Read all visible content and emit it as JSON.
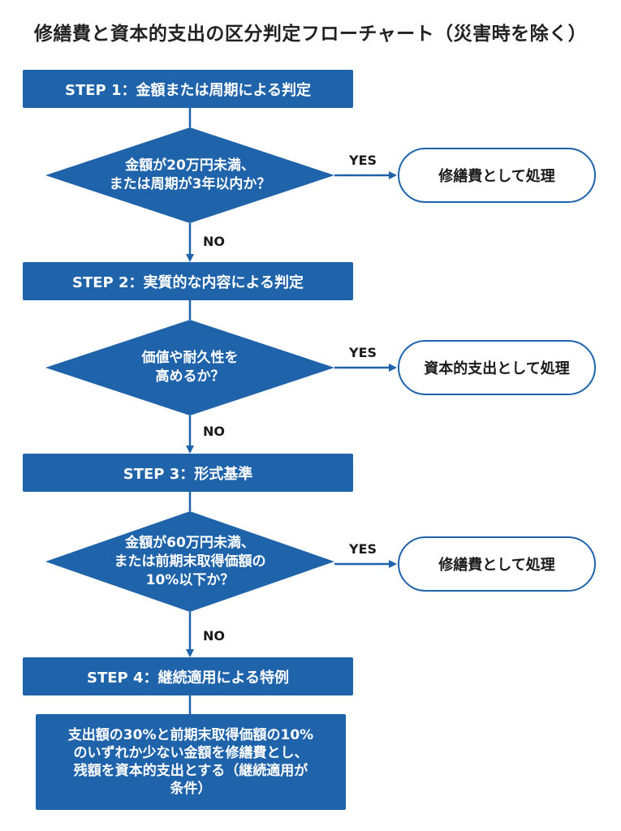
{
  "title": "修繕費と資本的支出の区分判定フローチャート（災害時を除く）",
  "steps": [
    {
      "label": "STEP 1：金額または周期による判定",
      "question": [
        "金額が20万円未満、",
        "または周期が3年以内か？"
      ],
      "yes_label": "YES",
      "yes_result": "修繕費として処理",
      "no_label": "NO"
    },
    {
      "label": "STEP 2：実質的な内容による判定",
      "question": [
        "価値や耐久性を",
        "高めるか？"
      ],
      "yes_label": "YES",
      "yes_result": "資本的支出として処理",
      "no_label": "NO"
    },
    {
      "label": "STEP 3：形式基準",
      "question": [
        "金額が60万円未満、",
        "または前期末取得価額の",
        "10%以下か？"
      ],
      "yes_label": "YES",
      "yes_result": "修繕費として処理",
      "no_label": "NO"
    },
    {
      "label": "STEP 4：継続適用による特例"
    }
  ],
  "final_box": [
    "支出額の30%と前期末取得価額の10%",
    "のいずれか少ない金額を修繕費とし、",
    "残額を資本的支出とする（継続適用が",
    "条件）"
  ],
  "colors": {
    "primary": "#1f63ab",
    "text": "#1a1a1a",
    "background": "#ffffff"
  }
}
